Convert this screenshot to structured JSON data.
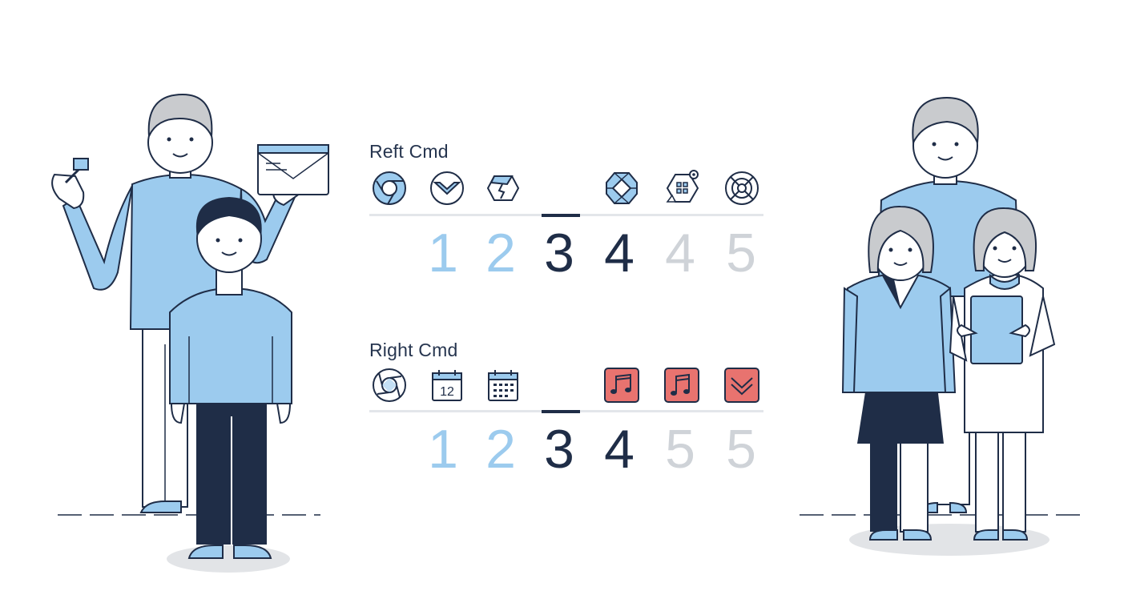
{
  "colors": {
    "accent_blue": "#9ccbee",
    "navy": "#1f2d47",
    "muted_gray": "#cfd3d8",
    "red_icon": "#e8736f",
    "hair_gray": "#c9cbce",
    "shadow_gray": "#e2e4e7"
  },
  "left_command": {
    "title": "Reft Cmd",
    "icons": [
      {
        "name": "chrome-icon"
      },
      {
        "name": "mail-check-icon"
      },
      {
        "name": "broken-hexagon-icon"
      },
      {
        "name": "gem-icon"
      },
      {
        "name": "grid-badge-icon"
      },
      {
        "name": "target-icon"
      }
    ],
    "numbers": [
      {
        "label": "1",
        "state": "light"
      },
      {
        "label": "2",
        "state": "light"
      },
      {
        "label": "3",
        "state": "active"
      },
      {
        "label": "4",
        "state": "active"
      },
      {
        "label": "4",
        "state": "disabled"
      },
      {
        "label": "5",
        "state": "disabled"
      }
    ]
  },
  "right_command": {
    "title": "Right Cmd",
    "icons": [
      {
        "name": "aperture-icon"
      },
      {
        "name": "calendar-icon",
        "label": "12"
      },
      {
        "name": "calendar-grid-icon"
      },
      {
        "name": "music-icon"
      },
      {
        "name": "music-icon"
      },
      {
        "name": "chevron-down-icon"
      }
    ],
    "numbers": [
      {
        "label": "1",
        "state": "light"
      },
      {
        "label": "2",
        "state": "light"
      },
      {
        "label": "3",
        "state": "active"
      },
      {
        "label": "4",
        "state": "active"
      },
      {
        "label": "5",
        "state": "disabled"
      },
      {
        "label": "5",
        "state": "disabled"
      }
    ]
  }
}
